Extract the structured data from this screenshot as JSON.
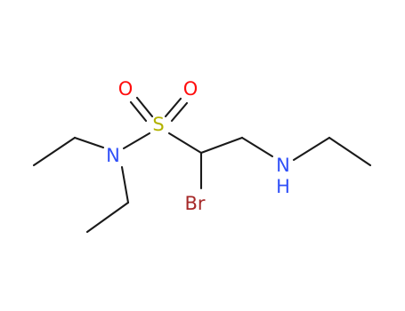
{
  "molecule": {
    "atoms": {
      "O1": {
        "symbol": "O",
        "color": "#ff0d0d"
      },
      "O2": {
        "symbol": "O",
        "color": "#ff0d0d"
      },
      "S": {
        "symbol": "S",
        "color": "#b2b200"
      },
      "N1": {
        "symbol": "N",
        "color": "#3050f8"
      },
      "N2a": {
        "symbol": "N",
        "color": "#3050f8"
      },
      "N2b": {
        "symbol": "H",
        "color": "#3050f8"
      },
      "Br": {
        "symbol": "Br",
        "color": "#a62929"
      }
    },
    "bond_color": "#1a1a1a"
  }
}
